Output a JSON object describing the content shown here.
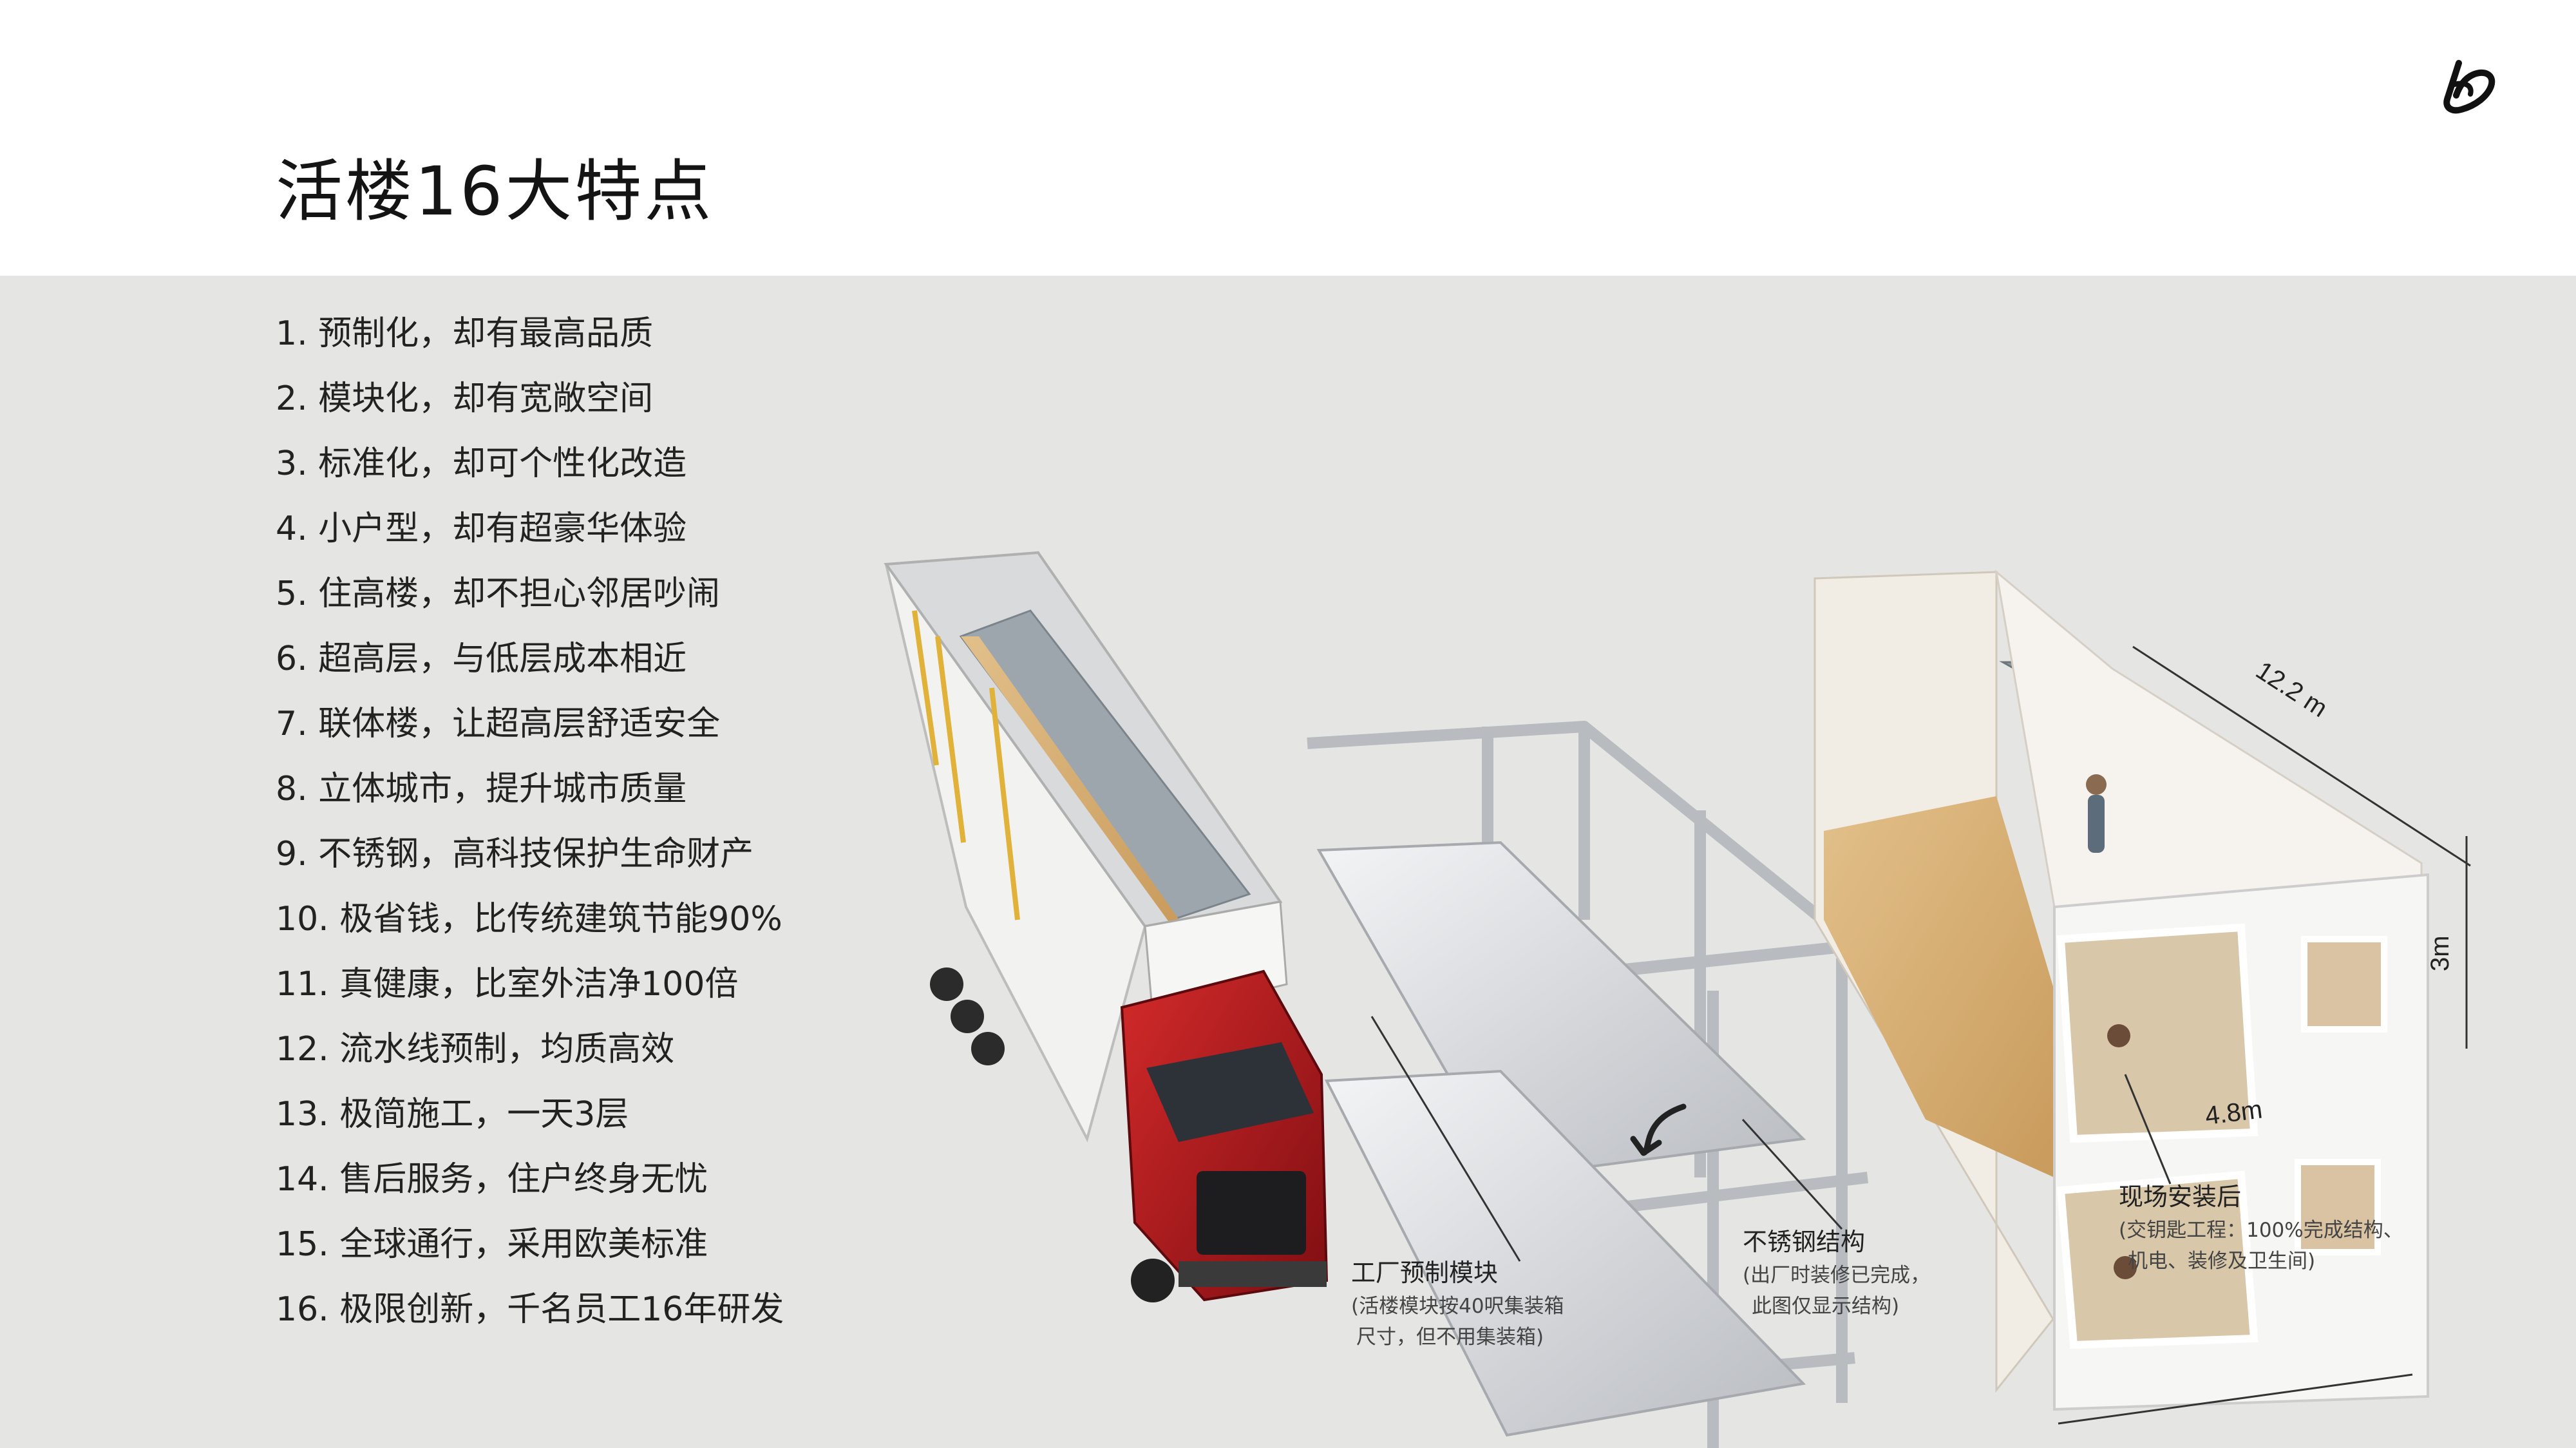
{
  "title": "活楼16大特点",
  "features": [
    "1. 预制化，却有最高品质",
    "2. 模块化，却有宽敞空间",
    "3. 标准化，却可个性化改造",
    "4. 小户型，却有超豪华体验",
    "5. 住高楼，却不担心邻居吵闹",
    "6. 超高层，与低层成本相近",
    "7. 联体楼，让超高层舒适安全",
    "8. 立体城市，提升城市质量",
    "9. 不锈钢，高科技保护生命财产",
    "10. 极省钱，比传统建筑节能90%",
    "11. 真健康，比室外洁净100倍",
    "12. 流水线预制，均质高效",
    "13. 极简施工，一天3层",
    "14. 售后服务，住户终身无忧",
    "15. 全球通行，采用欧美标准",
    "16. 极限创新，千名员工16年研发"
  ],
  "captions": {
    "factory": {
      "title": "工厂预制模块",
      "line1": "(活楼模块按40呎集装箱",
      "line2": "尺寸，但不用集装箱)"
    },
    "steel": {
      "title": "不锈钢结构",
      "line1": "(出厂时装修已完成，",
      "line2": "此图仅显示结构)"
    },
    "site": {
      "title": "现场安装后",
      "line1": "(交钥匙工程：100%完成结构、",
      "line2": "机电、装修及卫生间)"
    }
  },
  "dimensions": {
    "length": "12.2 m",
    "width": "4.8m",
    "height": "3m"
  },
  "colors": {
    "background_band": "#e5e5e3",
    "truck_cab": "#b3151a",
    "floor_wood": "#d7b27a",
    "steel": "#c9ccd0"
  },
  "icons": {
    "logo": "brand-logo-icon",
    "rotate_arrow": "rotate-arrow-icon"
  }
}
